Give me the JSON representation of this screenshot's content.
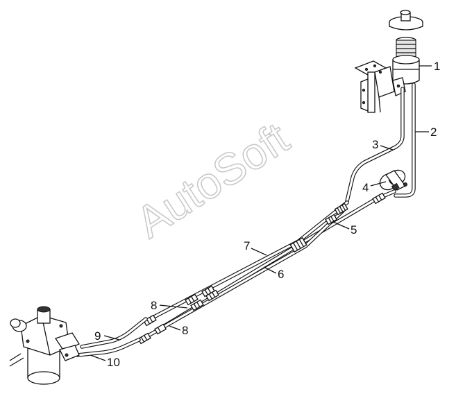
{
  "watermark": "AutoSoft",
  "callouts": {
    "c1": "1",
    "c2": "2",
    "c3": "3",
    "c4": "4",
    "c5": "5",
    "c6": "6",
    "c7": "7",
    "c8a": "8",
    "c8b": "8",
    "c9": "9",
    "c10": "10"
  },
  "parts": [
    {
      "id": "1",
      "name": "filter-reservoir"
    },
    {
      "id": "2",
      "name": "hose-2"
    },
    {
      "id": "3",
      "name": "hose-3"
    },
    {
      "id": "4",
      "name": "hydraulic-pump"
    },
    {
      "id": "5",
      "name": "pipe-5"
    },
    {
      "id": "6",
      "name": "pipe-6"
    },
    {
      "id": "7",
      "name": "pipe-7"
    },
    {
      "id": "8",
      "name": "couplings-8"
    },
    {
      "id": "9",
      "name": "hose-9"
    },
    {
      "id": "10",
      "name": "hose-10"
    }
  ]
}
